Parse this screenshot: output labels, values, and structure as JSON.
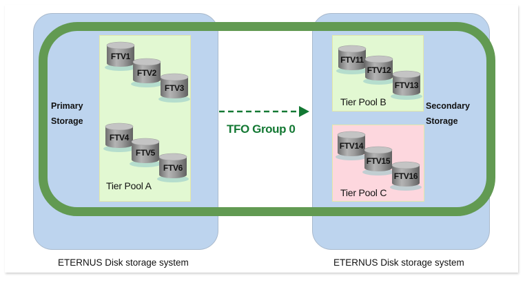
{
  "diagram": {
    "colors": {
      "storage_fill": "#bdd4ee",
      "group_loop": "#629a52",
      "pool_green": "#e2f8d2",
      "pool_pink": "#fdd7de",
      "group_text": "#137833"
    },
    "primary": {
      "label_line1": "Primary",
      "label_line2": "Storage",
      "system_label": "ETERNUS Disk storage system",
      "pool": {
        "label": "Tier Pool A",
        "volumes": [
          "FTV1",
          "FTV2",
          "FTV3",
          "FTV4",
          "FTV5",
          "FTV6"
        ]
      }
    },
    "secondary": {
      "label_line1": "Secondary",
      "label_line2": "Storage",
      "system_label": "ETERNUS Disk storage system",
      "pools": [
        {
          "label": "Tier Pool B",
          "volumes": [
            "FTV11",
            "FTV12",
            "FTV13"
          ]
        },
        {
          "label": "Tier Pool C",
          "volumes": [
            "FTV14",
            "FTV15",
            "FTV16"
          ]
        }
      ]
    },
    "connection": {
      "label": "TFO Group 0",
      "style": "dashed-arrow",
      "direction": "primary-to-secondary"
    }
  }
}
